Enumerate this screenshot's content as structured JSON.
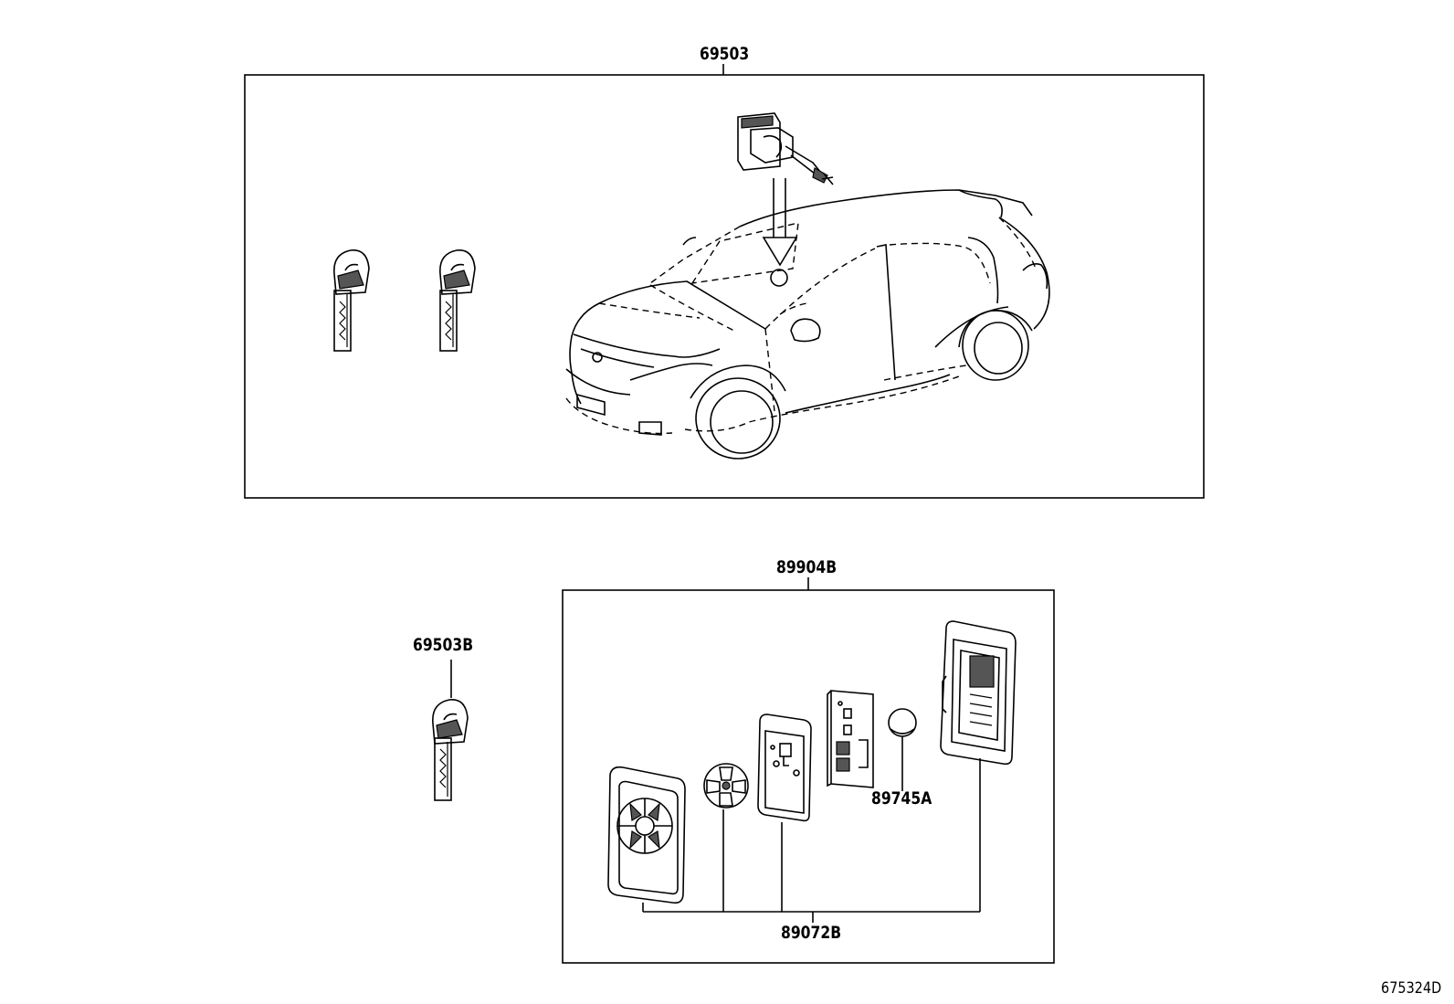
{
  "labels": {
    "top_assembly": "69503",
    "remote_assembly": "89904B",
    "spare_key": "69503B",
    "battery": "89745A",
    "case_parts": "89072B",
    "diagram_code": "675324D"
  },
  "icons": [
    "car-outline-icon",
    "ignition-cylinder-icon",
    "mechanical-key-icon",
    "smart-key-case-icon",
    "coin-battery-icon",
    "circuit-board-icon"
  ]
}
